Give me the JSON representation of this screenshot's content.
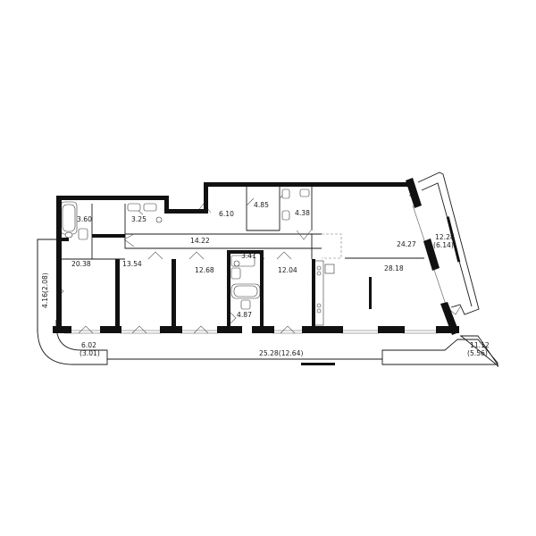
{
  "floorplan": {
    "rooms": [
      {
        "id": "bath-1",
        "area": "3.60"
      },
      {
        "id": "bath-2",
        "area": "3.25"
      },
      {
        "id": "closet-1",
        "area": "6.10"
      },
      {
        "id": "closet-2",
        "area": "4.85"
      },
      {
        "id": "bath-3",
        "area": "4.38"
      },
      {
        "id": "hall",
        "area": "14.22"
      },
      {
        "id": "bedroom-1",
        "area": "20.38"
      },
      {
        "id": "bedroom-2",
        "area": "13.54"
      },
      {
        "id": "bedroom-3",
        "area": "12.68"
      },
      {
        "id": "bath-4",
        "area": "3.41"
      },
      {
        "id": "bath-5",
        "area": "4.87"
      },
      {
        "id": "bedroom-4",
        "area": "12.04"
      },
      {
        "id": "living",
        "area": "24.27"
      },
      {
        "id": "kitchen-living",
        "area": "28.18"
      }
    ],
    "balconies": [
      {
        "id": "balcony-side-left",
        "area": "4.16(2.08)"
      },
      {
        "id": "balcony-corner-left-1",
        "area": "6.02"
      },
      {
        "id": "balcony-corner-left-2",
        "area": "(3.01)"
      },
      {
        "id": "balcony-front",
        "area": "25.28(12.64)"
      },
      {
        "id": "balcony-right-1",
        "area": "12.28"
      },
      {
        "id": "balcony-right-2",
        "area": "(6.14)"
      },
      {
        "id": "balcony-corner-right-1",
        "area": "11.12"
      },
      {
        "id": "balcony-corner-right-2",
        "area": "(5.56)"
      }
    ]
  }
}
